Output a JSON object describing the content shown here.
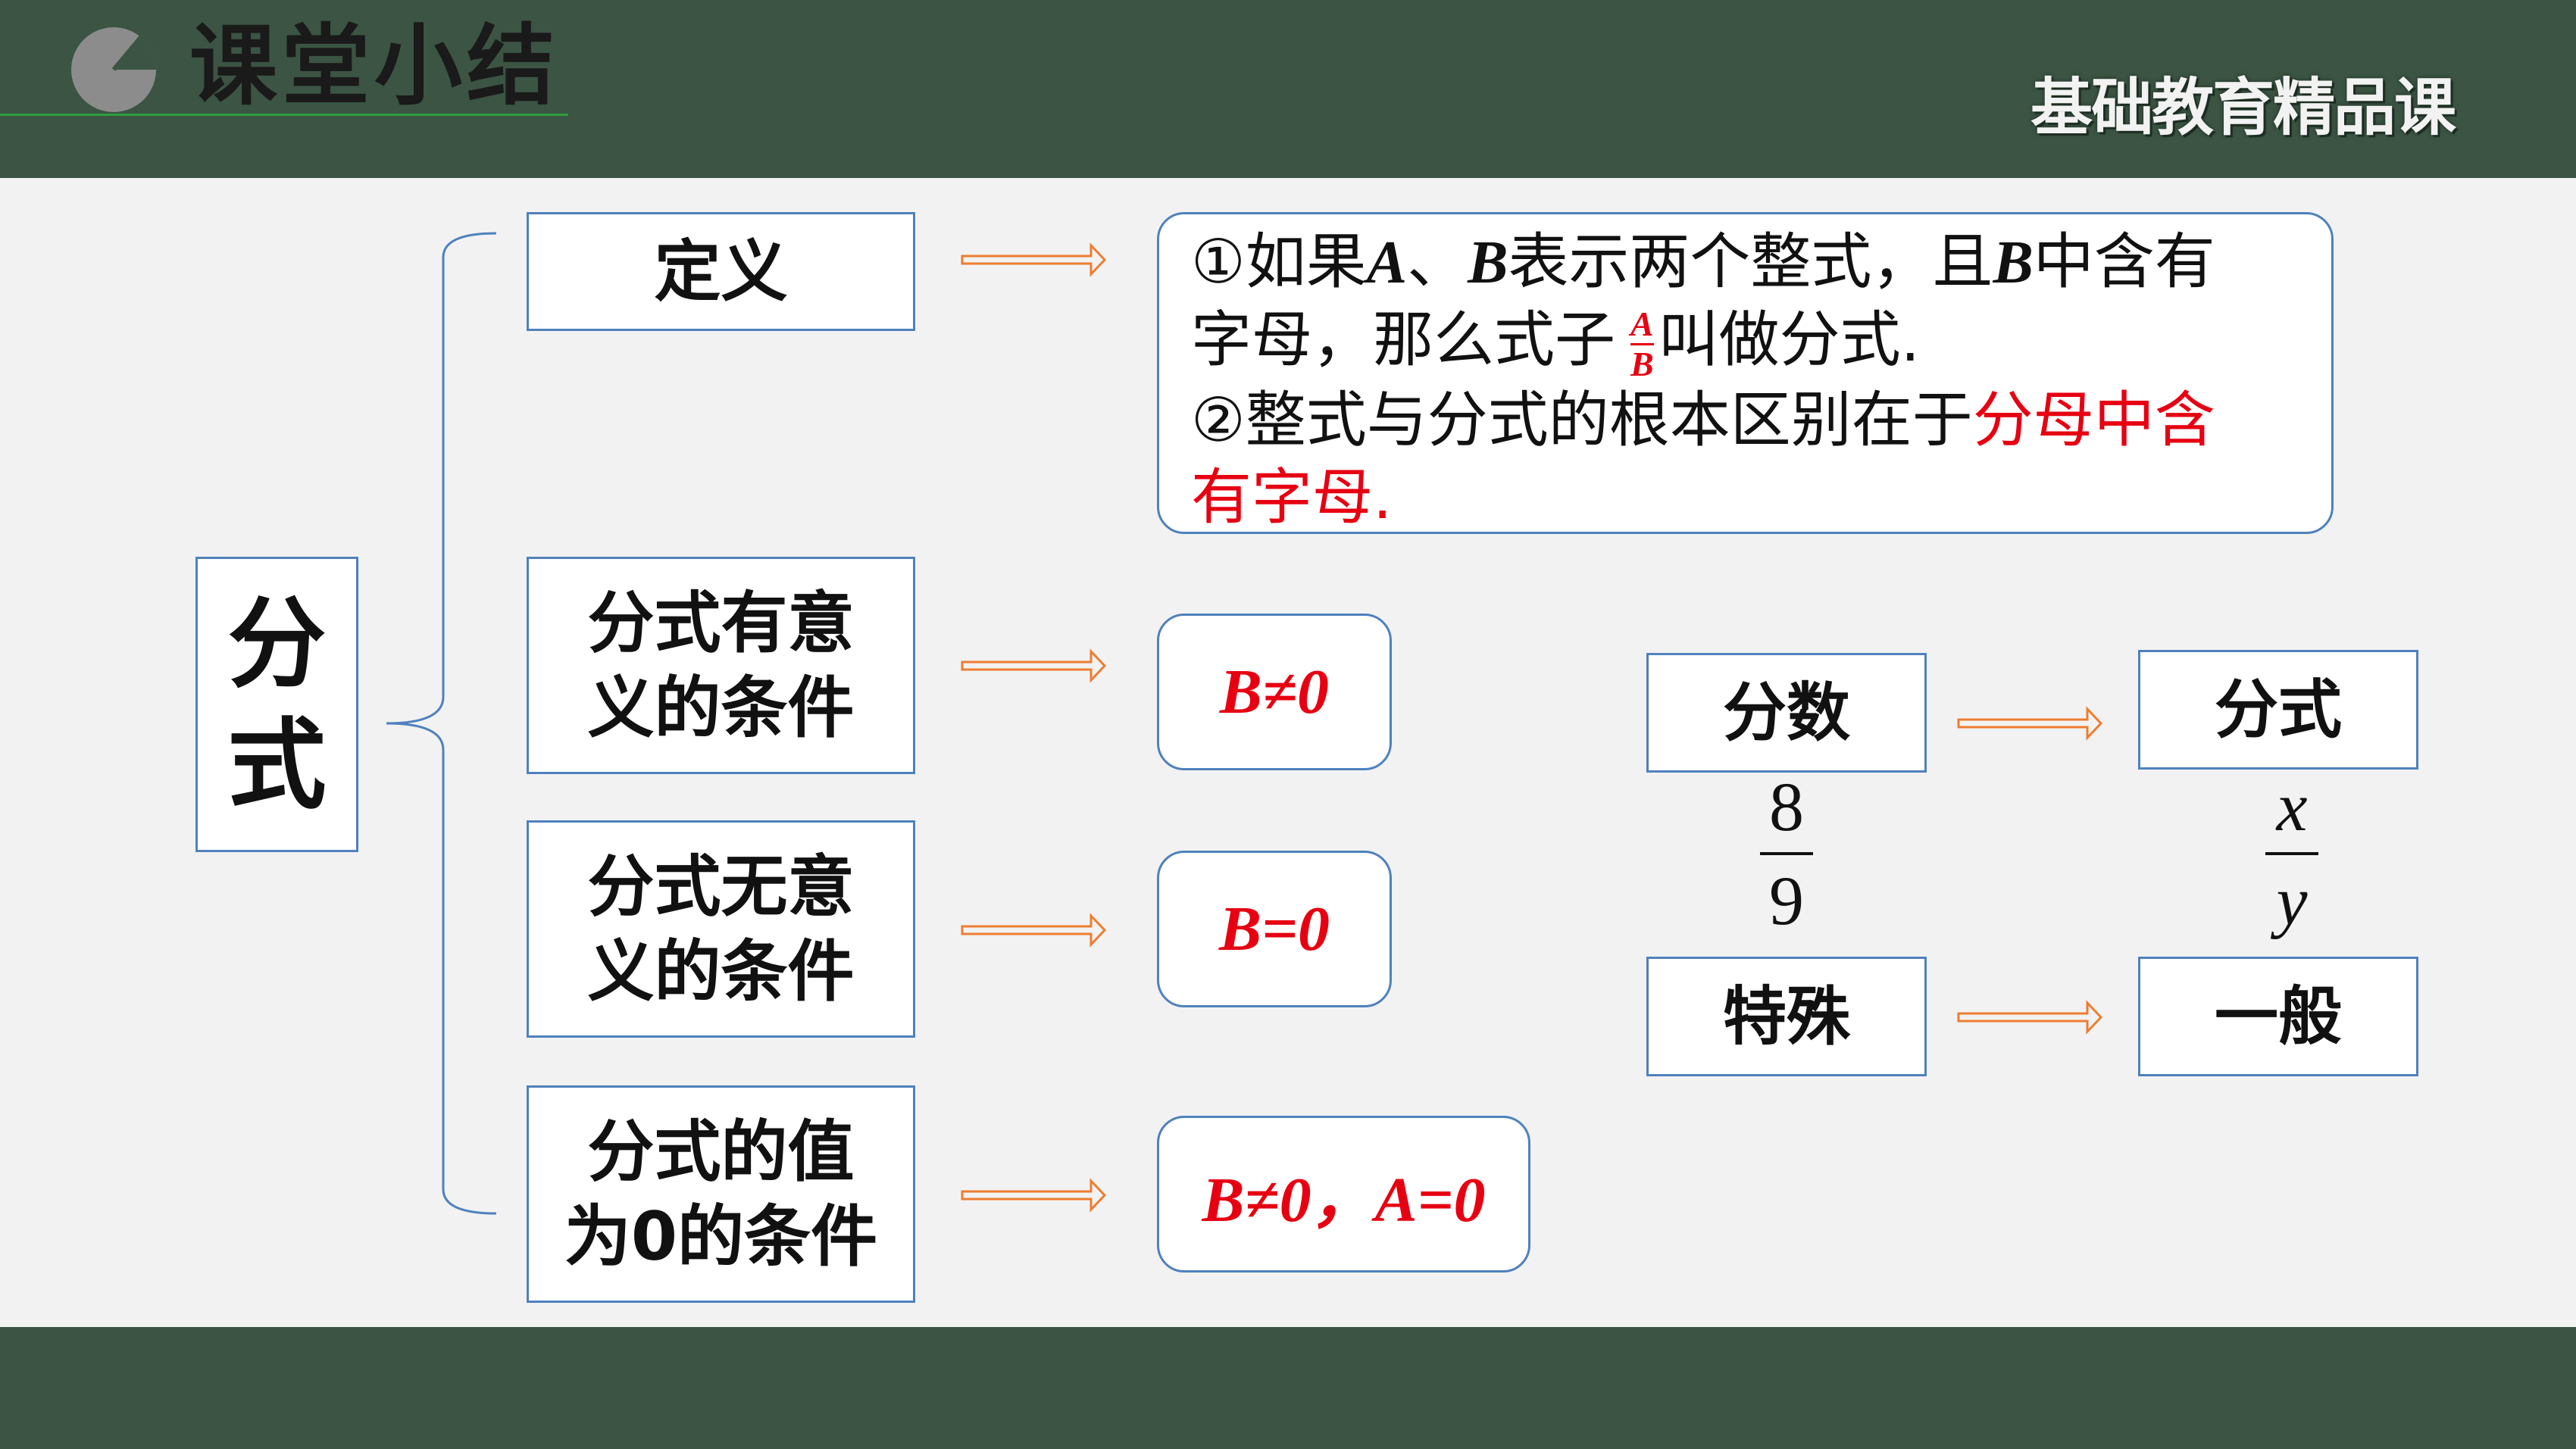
{
  "header": {
    "title": "课堂小结",
    "brand": "基础教育精品课",
    "icon": "pie-icon"
  },
  "colors": {
    "bar": "#3b5443",
    "panel": "#f2f2f2",
    "box_border": "#4f81bd",
    "arrow": "#ed7d31",
    "highlight": "#e60012"
  },
  "root": {
    "label_line1": "分",
    "label_line2": "式"
  },
  "rows": [
    {
      "category": "定义"
    },
    {
      "category_line1": "分式有意",
      "category_line2": "义的条件",
      "result": "B≠0"
    },
    {
      "category_line1": "分式无意",
      "category_line2": "义的条件",
      "result": "B=0"
    },
    {
      "category_line1": "分式的值",
      "category_line2": "为0的条件",
      "result": "B≠0，A=0"
    }
  ],
  "definition": {
    "p1_a": "①如果",
    "var_a": "A",
    "sep": "、",
    "var_b": "B",
    "p1_b": "表示两个整式，且",
    "var_b2": "B",
    "p1_c": "中含有",
    "p2_a": "字母，那么式子",
    "frac_num": "A",
    "frac_den": "B",
    "p2_b": "叫做分式.",
    "p3_a": "②整式与分式的根本区别在于",
    "p3_red": "分母中含",
    "p4_red": "有字母."
  },
  "comparison": {
    "left_top": "分数",
    "right_top": "分式",
    "left_num": "8",
    "left_den": "9",
    "right_num": "x",
    "right_den": "y",
    "left_bottom": "特殊",
    "right_bottom": "一般"
  }
}
